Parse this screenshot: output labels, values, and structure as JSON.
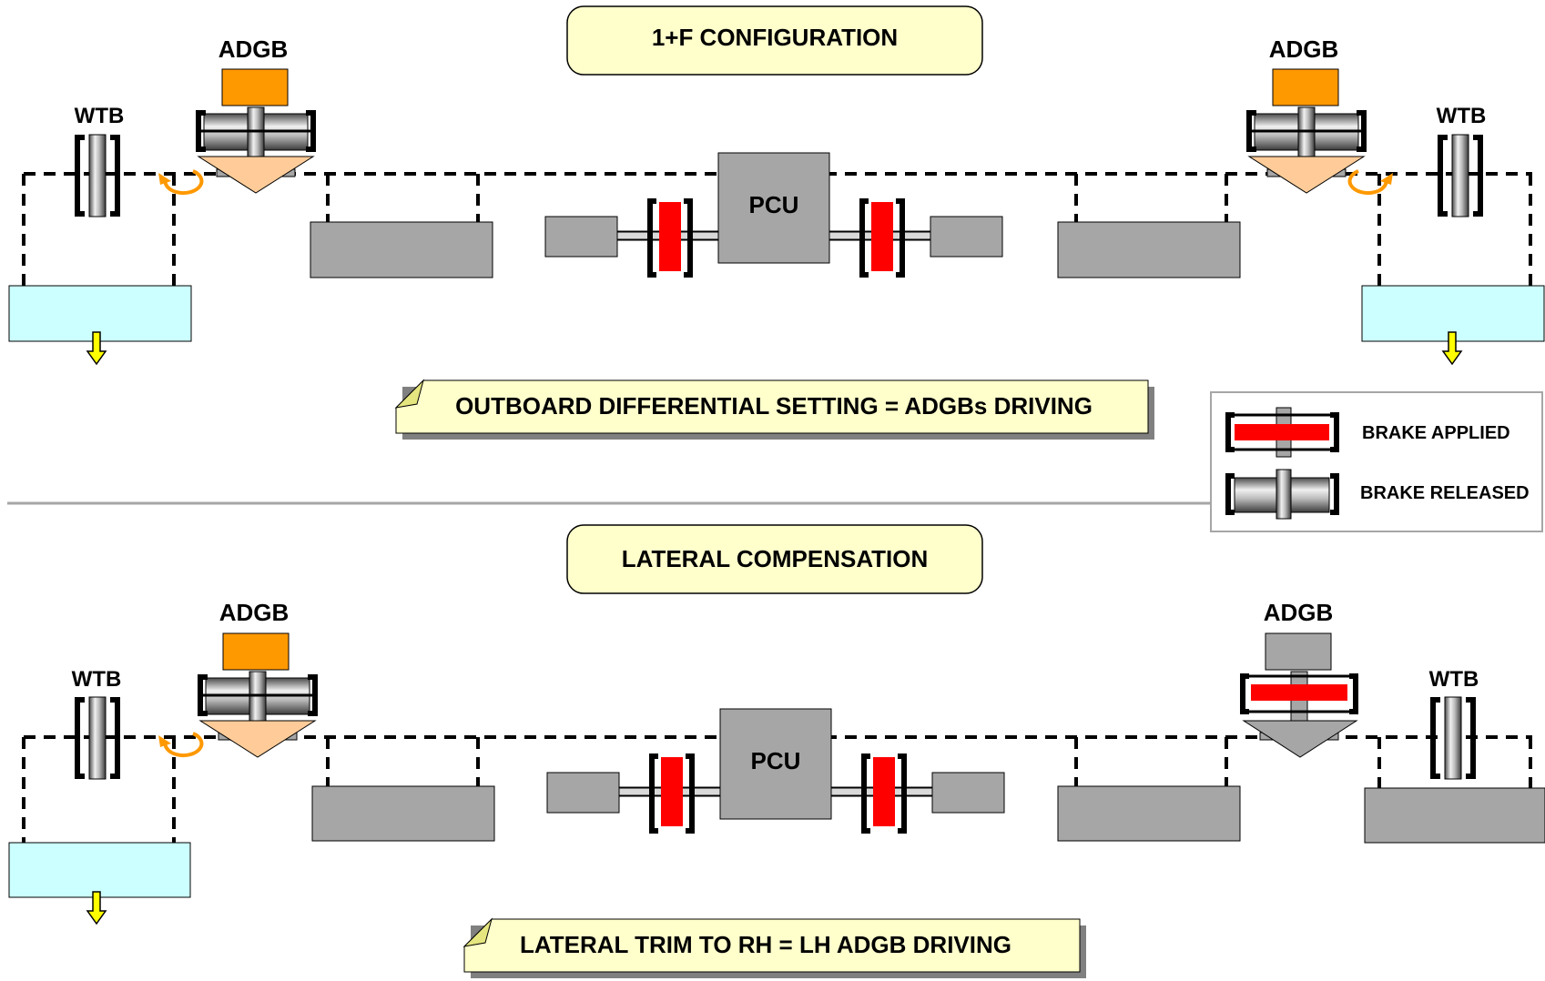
{
  "panels": [
    {
      "title": "1+F CONFIGURATION",
      "adgb_left_label": "ADGB",
      "adgb_right_label": "ADGB",
      "wtb_left_label": "WTB",
      "wtb_right_label": "WTB",
      "pcu_label": "PCU",
      "note": "OUTBOARD DIFFERENTIAL SETTING = ADGBs DRIVING",
      "adgb_left_state": "brake released",
      "adgb_right_state": "brake released",
      "pcu_brakes_state": "brake applied"
    },
    {
      "title": "LATERAL COMPENSATION",
      "adgb_left_label": "ADGB",
      "adgb_right_label": "ADGB",
      "wtb_left_label": "WTB",
      "wtb_right_label": "WTB",
      "pcu_label": "PCU",
      "note": "LATERAL TRIM TO RH = LH ADGB DRIVING",
      "adgb_left_state": "brake released",
      "adgb_right_state": "brake applied",
      "pcu_brakes_state": "brake applied"
    }
  ],
  "legend": {
    "applied_label": "BRAKE APPLIED",
    "released_label": "BRAKE RELEASED"
  },
  "colors": {
    "title_box_fill": "#ffffcc",
    "motor_active": "#ff9900",
    "motor_inactive": "#a6a6a6",
    "gearbox_active": "#ffcc99",
    "gearbox_inactive": "#a6a6a6",
    "brake_applied": "#ff0000",
    "surface_moving": "#ccffff",
    "surface_static": "#a6a6a6",
    "arrow_yellow": "#ffff00",
    "rotation_arrow": "#ff9900"
  }
}
